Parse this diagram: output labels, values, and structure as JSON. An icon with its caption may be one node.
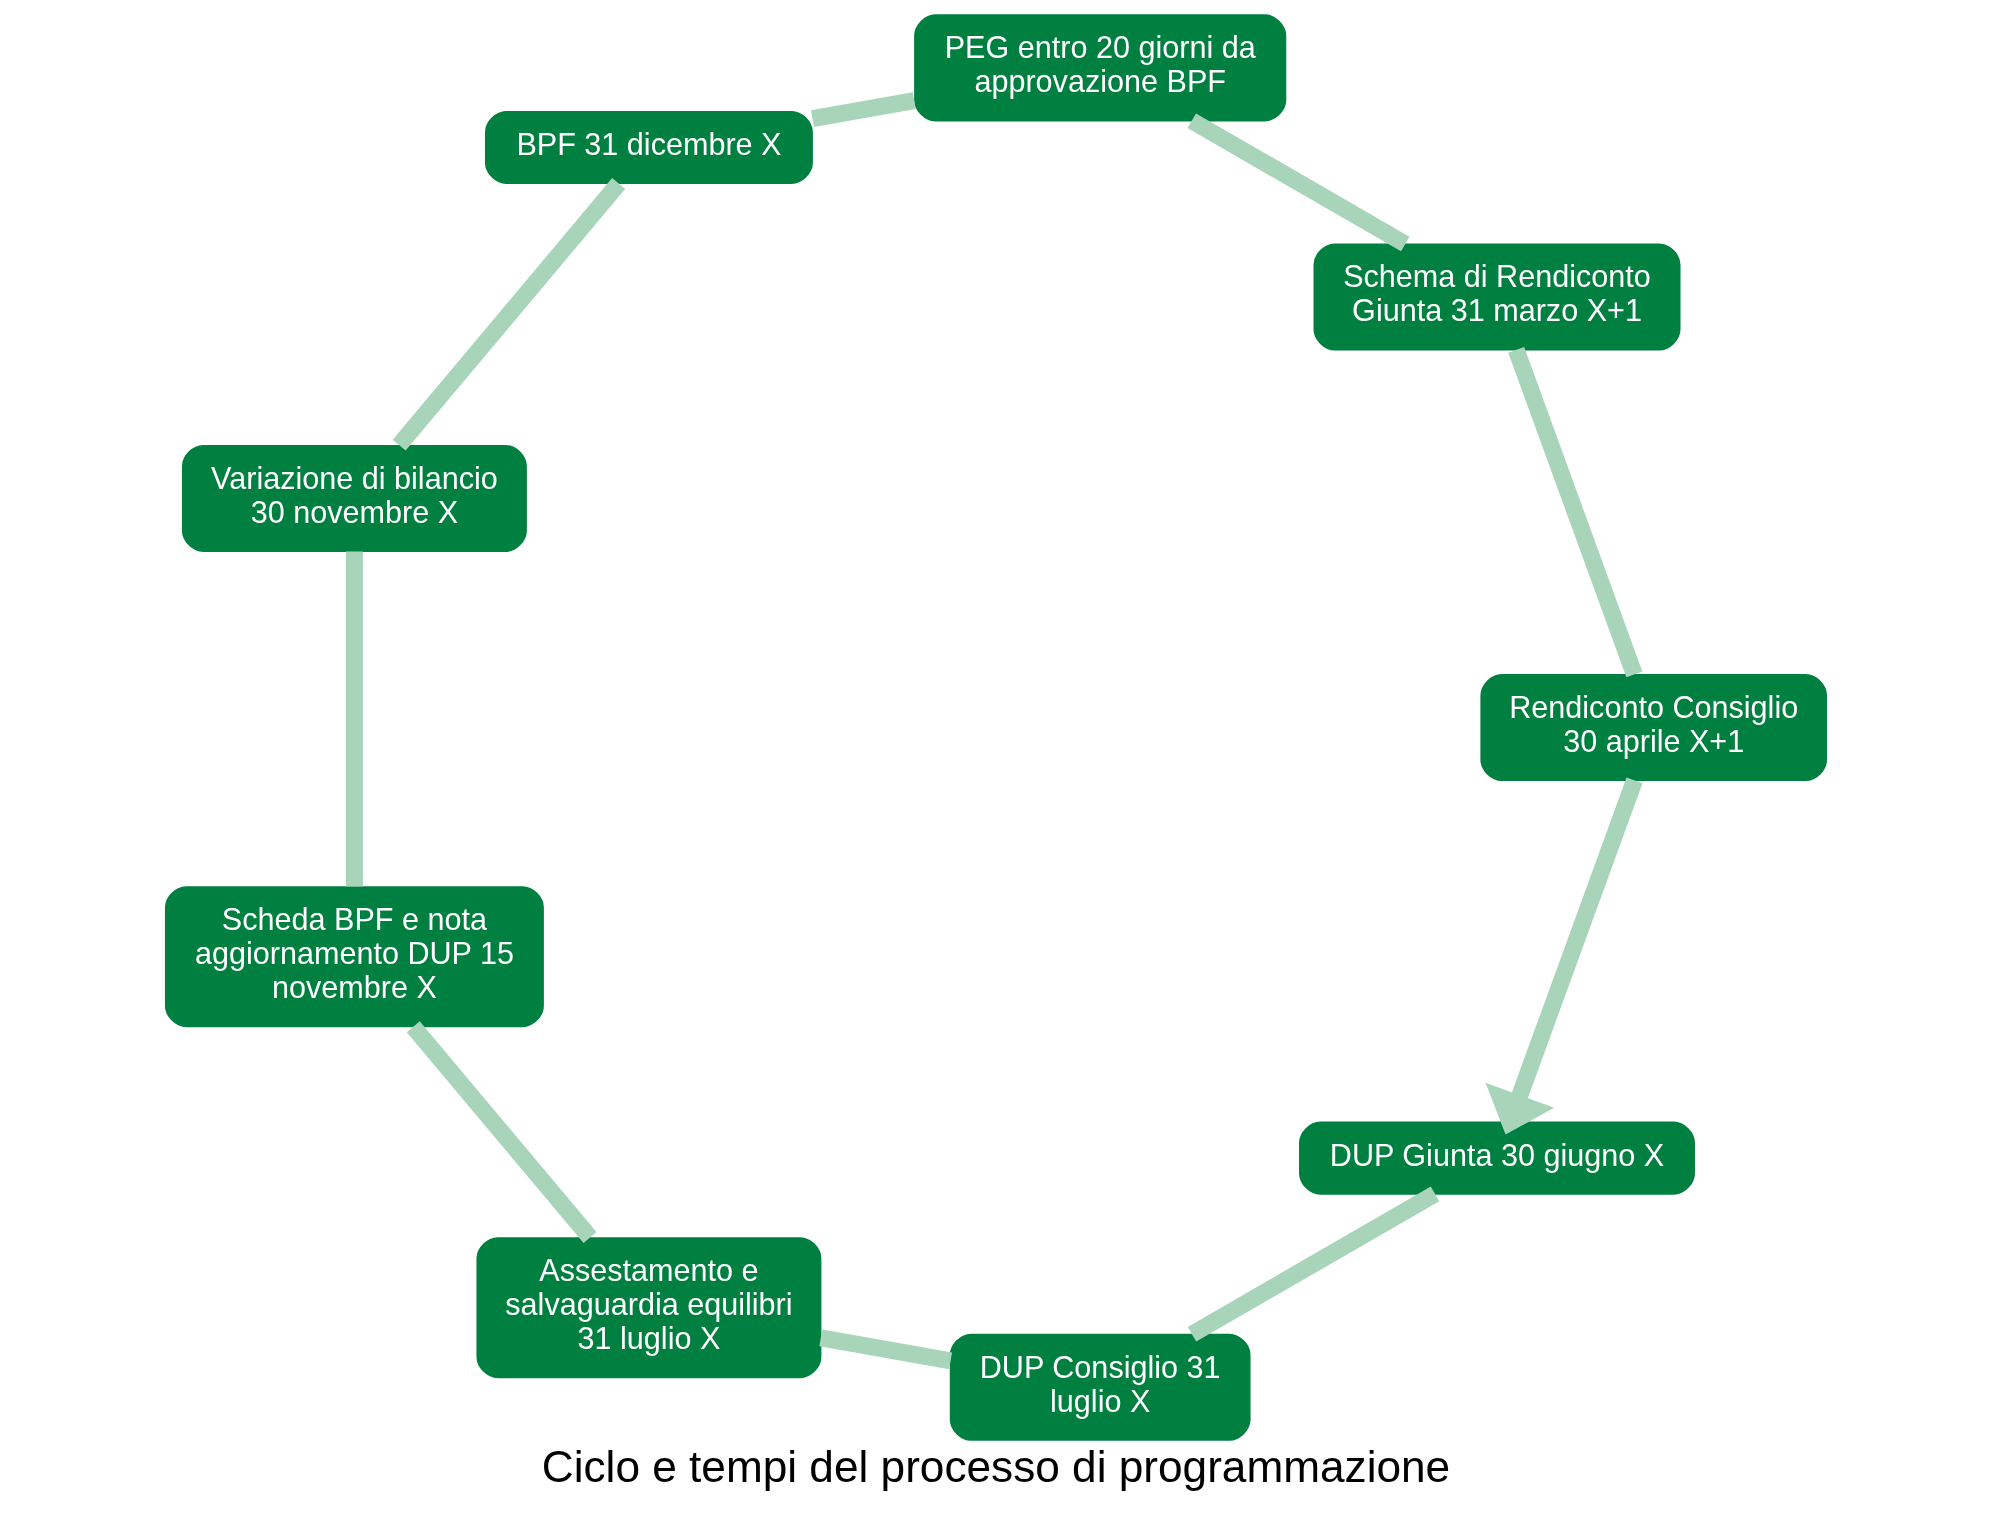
{
  "diagram": {
    "title": "Ciclo e tempi del processo di programmazione",
    "nodes": [
      {
        "text": [
          "DUP Giunta 30 giugno X"
        ]
      },
      {
        "text": [
          "DUP Consiglio 31 luglio X"
        ]
      },
      {
        "text": [
          "Assestamento e salvaguardia equilibri 31 luglio X"
        ]
      },
      {
        "text": [
          "Scheda BPF e nota aggiornamento DUP 15 novembre X"
        ]
      },
      {
        "text": [
          "Variazione di bilancio 30 novembre X"
        ]
      },
      {
        "text": [
          "BPF 31 dicembre X"
        ]
      },
      {
        "text": [
          "PEG entro 20 giorni da approvazione BPF"
        ]
      },
      {
        "text": [
          "Schema di Rendiconto Giunta 31 marzo X+1"
        ]
      },
      {
        "text": [
          "Rendiconto Consiglio 30 aprile X+1"
        ]
      }
    ],
    "edges": [
      {
        "from": 0,
        "to": 1,
        "arrow": "none"
      },
      {
        "from": 1,
        "to": 2,
        "arrow": "none"
      },
      {
        "from": 2,
        "to": 3,
        "arrow": "none"
      },
      {
        "from": 3,
        "to": 4,
        "arrow": "none"
      },
      {
        "from": 4,
        "to": 5,
        "arrow": "none"
      },
      {
        "from": 5,
        "to": 6,
        "arrow": "none"
      },
      {
        "from": 6,
        "to": 7,
        "arrow": "none"
      },
      {
        "from": 7,
        "to": 8,
        "arrow": "none"
      },
      {
        "from": 8,
        "to": 0,
        "arrow": "to"
      }
    ]
  }
}
